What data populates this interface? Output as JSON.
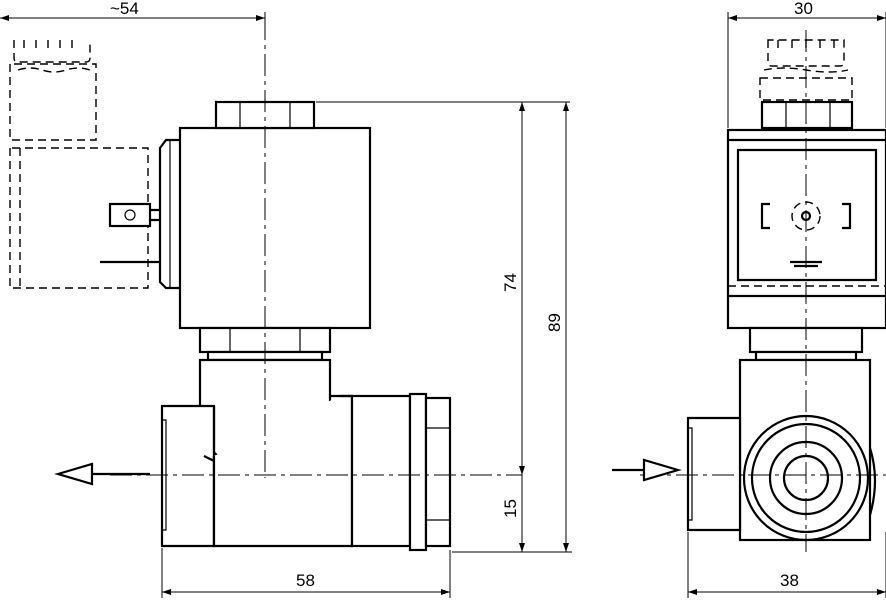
{
  "dimensions": {
    "top_width": "~54",
    "right_width": "30",
    "height_74": "74",
    "height_89": "89",
    "height_15": "15",
    "bottom_left": "58",
    "bottom_right": "38"
  }
}
